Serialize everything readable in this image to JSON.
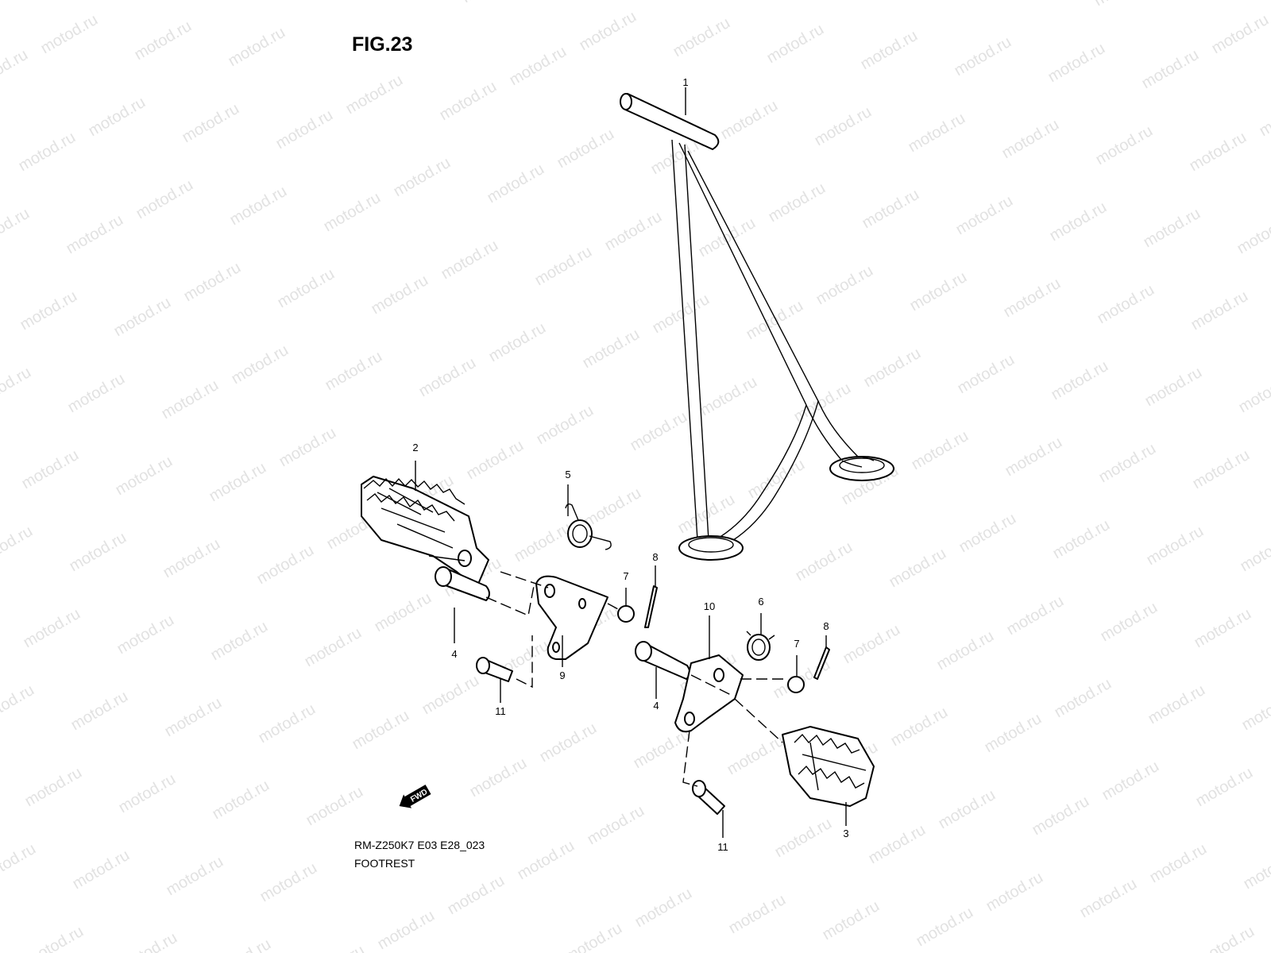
{
  "figure_title": "FIG.23",
  "watermark": "motod.ru",
  "caption": {
    "model_code": "RM-Z250K7 E03 E28_023",
    "section_name": "FOOTREST"
  },
  "fwd_arrow_label": "FWD",
  "callouts": [
    {
      "id": "1",
      "label": "1"
    },
    {
      "id": "2",
      "label": "2"
    },
    {
      "id": "3",
      "label": "3"
    },
    {
      "id": "4a",
      "label": "4"
    },
    {
      "id": "4b",
      "label": "4"
    },
    {
      "id": "5",
      "label": "5"
    },
    {
      "id": "6",
      "label": "6"
    },
    {
      "id": "7a",
      "label": "7"
    },
    {
      "id": "7b",
      "label": "7"
    },
    {
      "id": "8a",
      "label": "8"
    },
    {
      "id": "8b",
      "label": "8"
    },
    {
      "id": "9",
      "label": "9"
    },
    {
      "id": "10",
      "label": "10"
    },
    {
      "id": "11a",
      "label": "11"
    },
    {
      "id": "11b",
      "label": "11"
    }
  ]
}
